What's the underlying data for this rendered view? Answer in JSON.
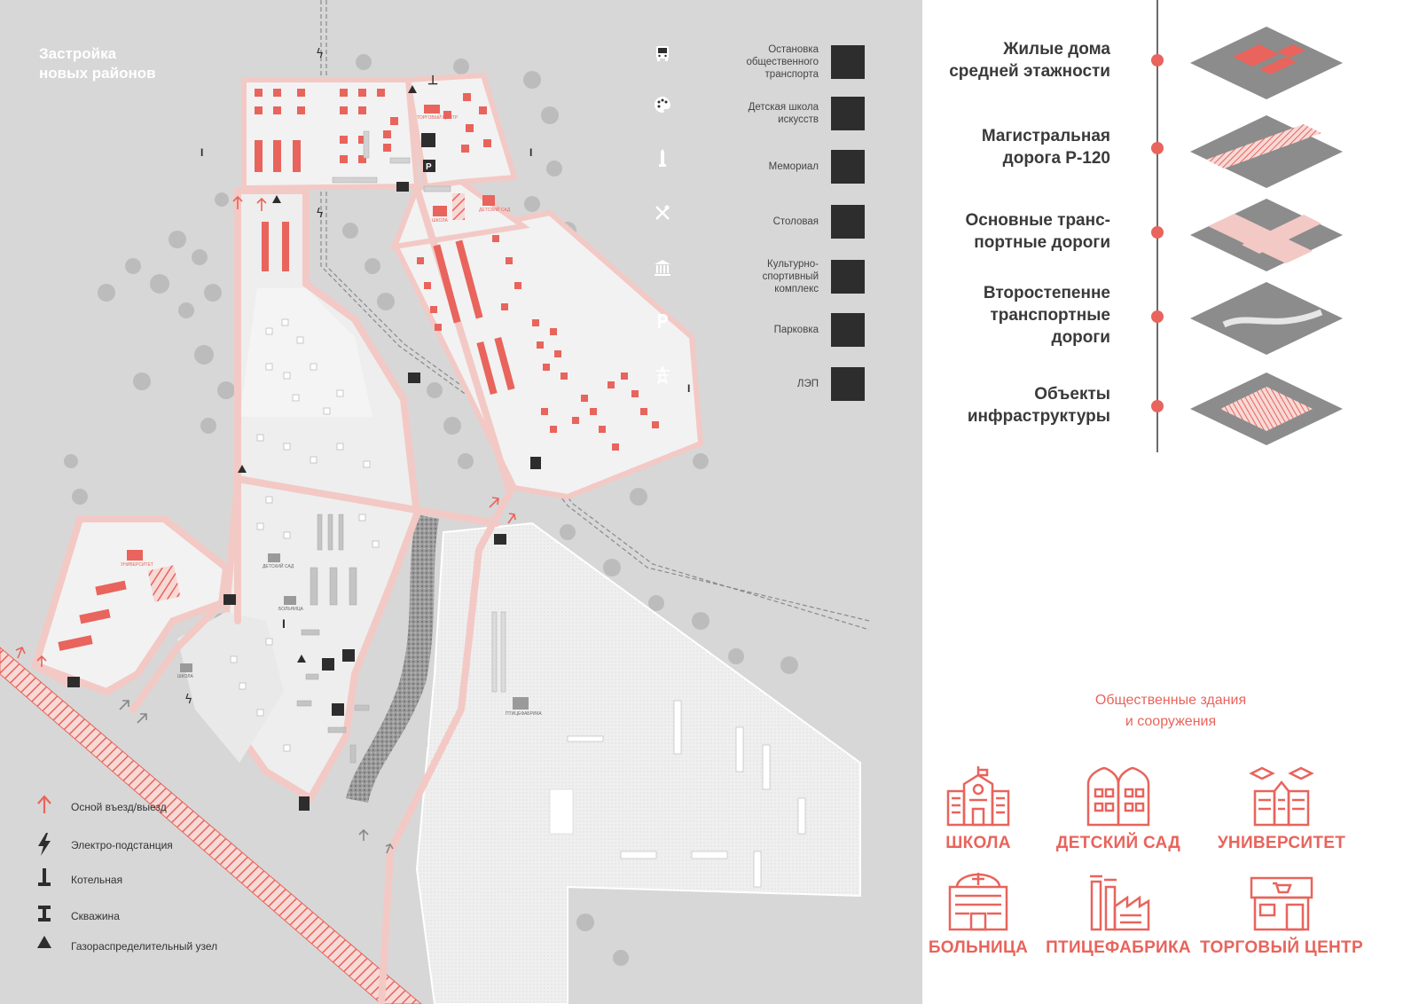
{
  "map": {
    "title_line1": "Застройка",
    "title_line2": "новых районов",
    "labels": {
      "trade_center": "ТОРГОВЫЙ ЦЕНТР",
      "school_north": "ШКОЛА",
      "kindergarten_north": "ДЕТСКИЙ САД",
      "university": "УНИВЕРСИТЕТ",
      "kindergarten_center": "ДЕТСКИЙ САД",
      "hospital": "БОЛЬНИЦА",
      "school_south": "ШКОЛА",
      "poultry_farm": "ПТИЦЕФАБРИКА"
    },
    "colors": {
      "background": "#d7d7d7",
      "district": "#f2f2f2",
      "road": "#f3c9c5",
      "accent": "#e8645c",
      "dark": "#2d2d2d",
      "tree": "#b9b9b9"
    }
  },
  "poi_legend": [
    {
      "label": "Остановка общественного транспорта",
      "icon": "bus-icon"
    },
    {
      "label": "Детская школа искусств",
      "icon": "palette-icon"
    },
    {
      "label": "Мемориал",
      "icon": "obelisk-icon"
    },
    {
      "label": "Столовая",
      "icon": "cutlery-icon"
    },
    {
      "label": "Культурно-спортивный комплекс",
      "icon": "museum-icon"
    },
    {
      "label": "Парковка",
      "icon": "parking-icon"
    },
    {
      "label": "ЛЭП",
      "icon": "power-tower-icon"
    }
  ],
  "symbol_legend": [
    {
      "label": "Осной въезд/выезд",
      "icon": "arrow-up-icon"
    },
    {
      "label": "Электро-подстанция",
      "icon": "lightning-icon"
    },
    {
      "label": "Котельная",
      "icon": "boiler-icon"
    },
    {
      "label": "Скважина",
      "icon": "well-icon"
    },
    {
      "label": "Газораспределительный узел",
      "icon": "triangle-icon"
    }
  ],
  "layers": [
    {
      "line1": "Жилые дома",
      "line2": "средней этажности",
      "line3": ""
    },
    {
      "line1": "Магистральная",
      "line2": "дорога Р-120",
      "line3": ""
    },
    {
      "line1": "Основные транс-",
      "line2": "портные дороги",
      "line3": ""
    },
    {
      "line1": "Второстепенне",
      "line2": "транспортные",
      "line3": "дороги"
    },
    {
      "line1": "Объекты",
      "line2": "инфраструктуры",
      "line3": ""
    }
  ],
  "public_buildings": {
    "title_line1": "Общественные здания",
    "title_line2": "и сооружения",
    "items": [
      {
        "label": "ШКОЛА",
        "icon": "school-icon"
      },
      {
        "label": "ДЕТСКИЙ САД",
        "icon": "kindergarten-icon"
      },
      {
        "label": "УНИВЕРСИТЕТ",
        "icon": "university-icon"
      },
      {
        "label": "БОЛЬНИЦА",
        "icon": "hospital-icon"
      },
      {
        "label": "ПТИЦЕФАБРИКА",
        "icon": "factory-icon"
      },
      {
        "label": "ТОРГОВЫЙ ЦЕНТР",
        "icon": "shopping-center-icon"
      }
    ]
  }
}
